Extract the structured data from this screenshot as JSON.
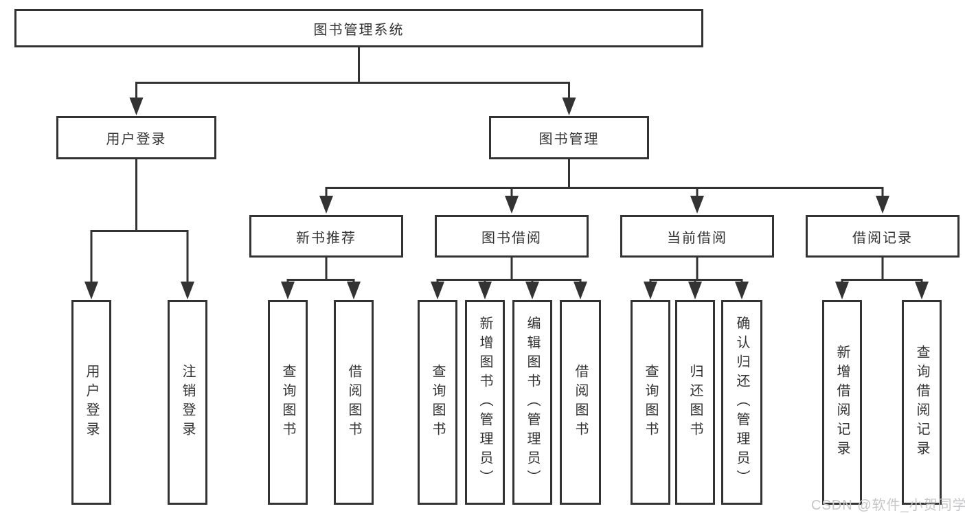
{
  "colors": {
    "background": "#ffffff",
    "line": "#333333",
    "box_border": "#333333",
    "text": "#333333",
    "watermark": "#c6c6c8"
  },
  "diagram": {
    "root": {
      "label": "图书管理系统"
    },
    "level2": [
      {
        "label": "用户登录"
      },
      {
        "label": "图书管理"
      }
    ],
    "level3": [
      {
        "label": "新书推荐"
      },
      {
        "label": "图书借阅"
      },
      {
        "label": "当前借阅"
      },
      {
        "label": "借阅记录"
      }
    ],
    "leaves": [
      {
        "label": "用户登录"
      },
      {
        "label": "注销登录"
      },
      {
        "label": "查询图书"
      },
      {
        "label": "借阅图书"
      },
      {
        "label": "查询图书"
      },
      {
        "label": "新增图书（管理员）"
      },
      {
        "label": "编辑图书（管理员）"
      },
      {
        "label": "借阅图书"
      },
      {
        "label": "查询图书"
      },
      {
        "label": "归还图书"
      },
      {
        "label": "确认归还（管理员）"
      },
      {
        "label": "新增借阅记录"
      },
      {
        "label": "查询借阅记录"
      }
    ]
  },
  "watermark": {
    "text": "CSDN @软件_小贺同学"
  }
}
